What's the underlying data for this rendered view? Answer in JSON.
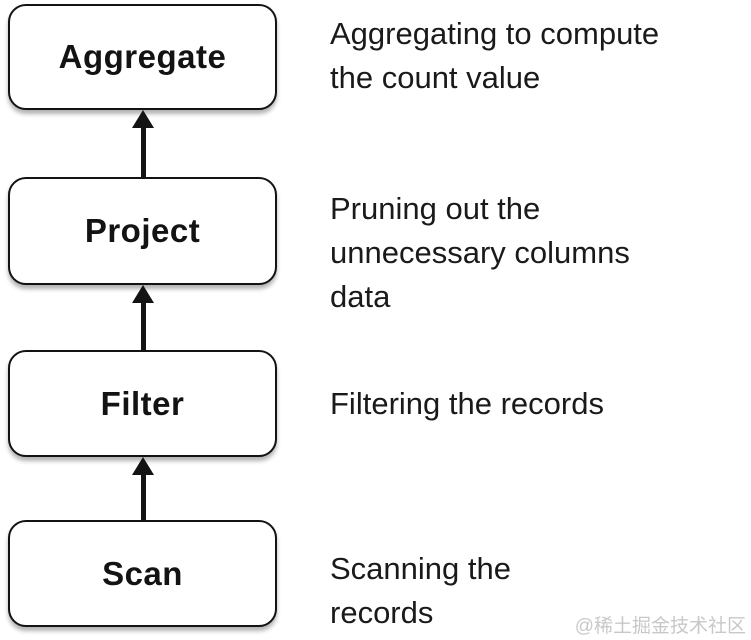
{
  "diagram": {
    "type": "flowchart",
    "flow_direction": "bottom-to-top",
    "nodes": [
      {
        "label": "Aggregate",
        "description": "Aggregating to compute\nthe count value"
      },
      {
        "label": "Project",
        "description": "Pruning out the\nunnecessary columns\ndata"
      },
      {
        "label": "Filter",
        "description": "Filtering the records"
      },
      {
        "label": "Scan",
        "description": "Scanning the\nrecords"
      }
    ],
    "arrows": [
      {
        "from": "Project",
        "to": "Aggregate"
      },
      {
        "from": "Filter",
        "to": "Project"
      },
      {
        "from": "Scan",
        "to": "Filter"
      }
    ]
  },
  "watermark": {
    "text": "@稀土掘金技术社区"
  },
  "colors": {
    "background": "#ffffff",
    "box_fill": "#ffffff",
    "box_border": "#131313",
    "text": "#1a1a1a",
    "watermark": "#c8c8c8"
  }
}
